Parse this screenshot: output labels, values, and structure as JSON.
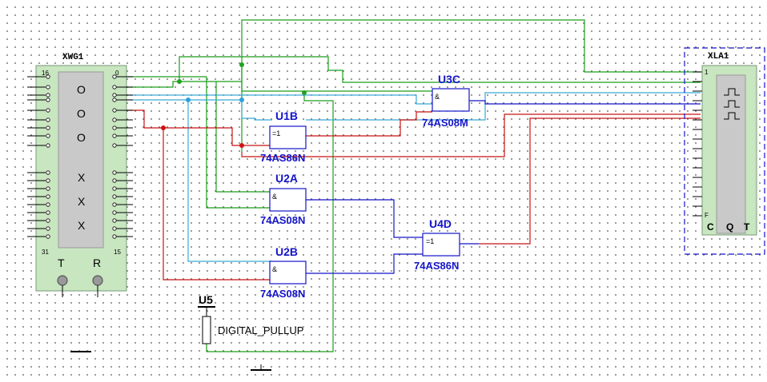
{
  "instruments": {
    "word_generator": {
      "ref": "XWG1",
      "pin_top_left": "16",
      "pin_top_right": "0",
      "pin_bottom_left": "31",
      "pin_bottom_right": "15",
      "display_rows": [
        "O",
        "O",
        "O",
        "X",
        "X",
        "X"
      ],
      "terminal_t": "T",
      "terminal_r": "R"
    },
    "logic_analyzer": {
      "ref": "XLA1",
      "pin_first": "1",
      "pin_last": "F",
      "terminal_c": "C",
      "terminal_q": "Q",
      "terminal_t": "T"
    }
  },
  "gates": [
    {
      "ref": "U1B",
      "part": "74AS86N",
      "symbol": "=1"
    },
    {
      "ref": "U3C",
      "part": "74AS08M",
      "symbol": "&"
    },
    {
      "ref": "U2A",
      "part": "74AS08N",
      "symbol": "&"
    },
    {
      "ref": "U4D",
      "part": "74AS86N",
      "symbol": "=1"
    },
    {
      "ref": "U2B",
      "part": "74AS08N",
      "symbol": "&"
    }
  ],
  "pullup": {
    "ref": "U5",
    "label": "DIGITAL_PULLUP"
  },
  "colors": {
    "wire_green": "#1a9e1a",
    "wire_cyan": "#3aa9d8",
    "wire_blue": "#1414c8",
    "wire_red": "#c81414",
    "junction_green": "#22a022",
    "junction_cyan": "#2aa0e0",
    "junction_red": "#d01010",
    "instrument_fill": "#c8e6c0",
    "instrument_border": "#7a9a7a"
  }
}
